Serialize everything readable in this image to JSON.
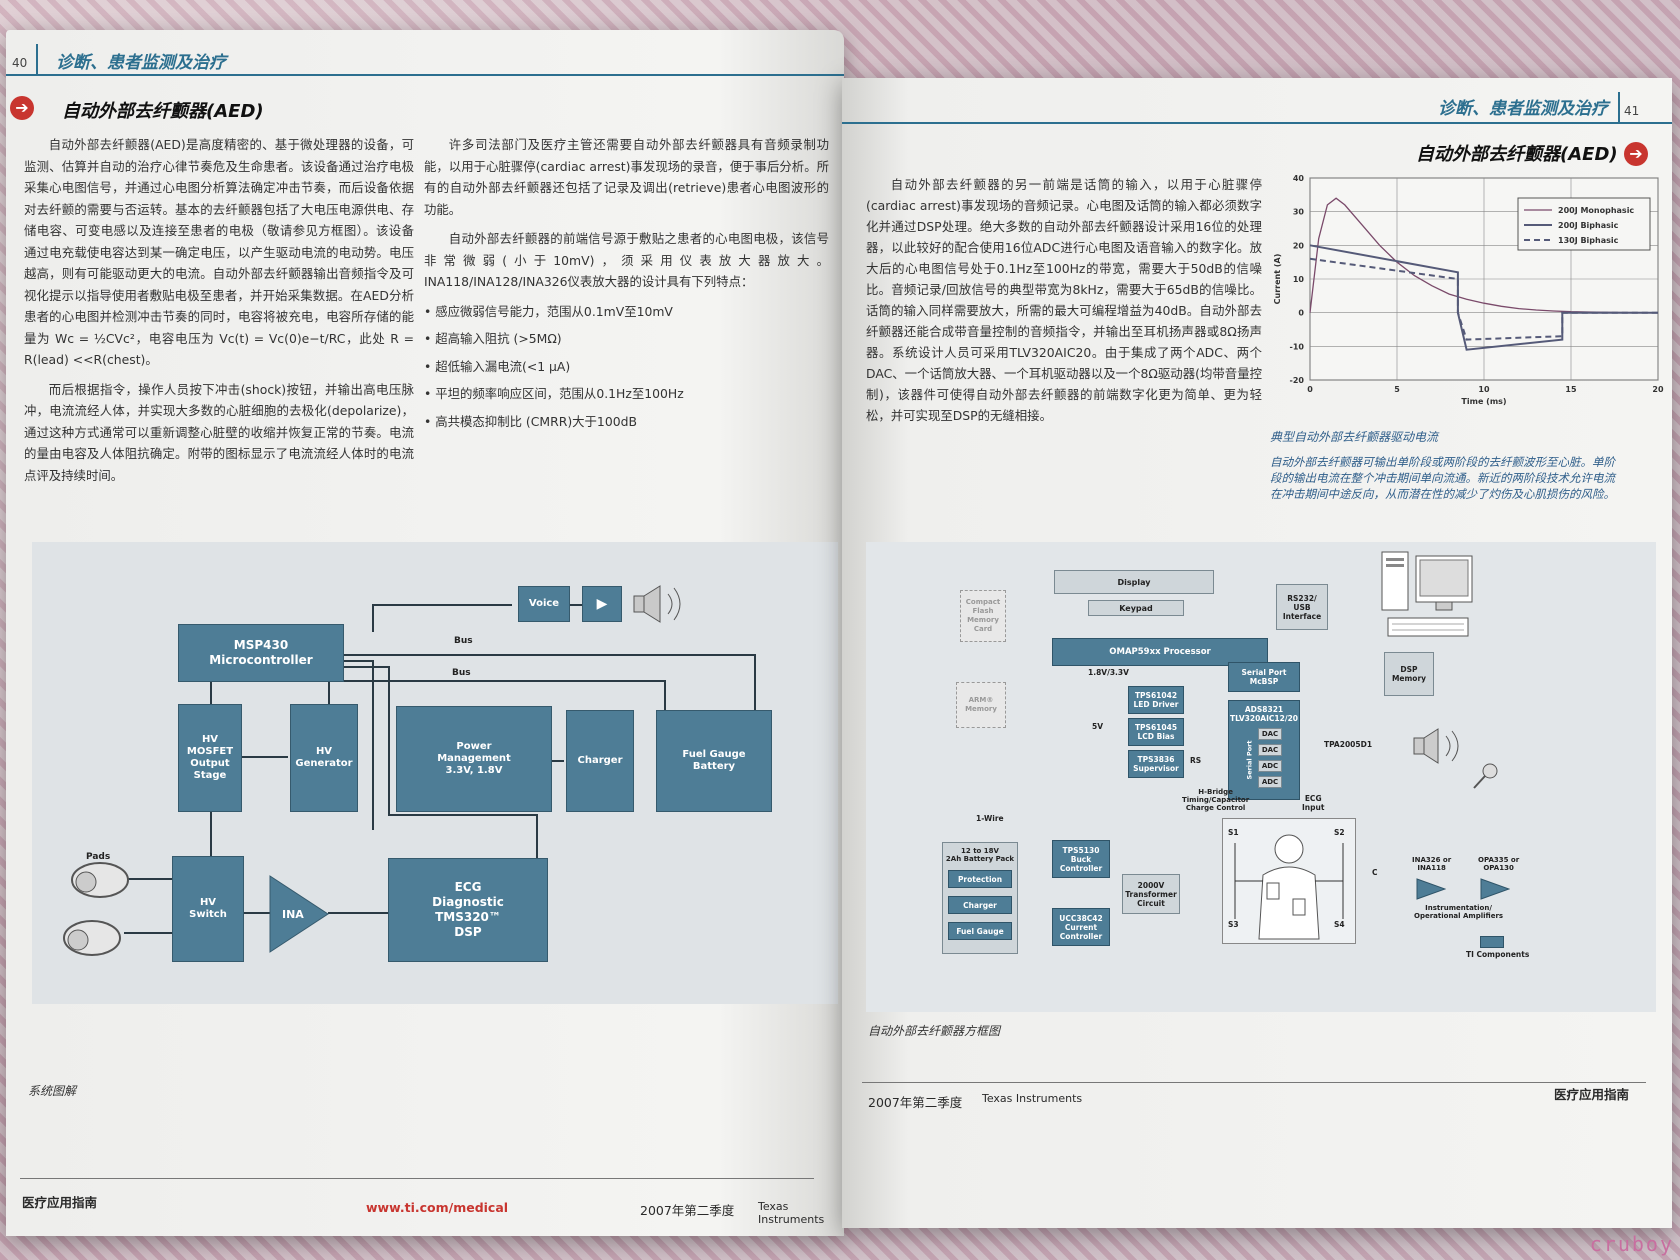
{
  "left_page": {
    "page_number": "40",
    "header": "诊断、患者监测及治疗",
    "section_title": "自动外部去纤颤器(AED)",
    "col1_paragraphs": [
      "自动外部去纤颤器(AED)是高度精密的、基于微处理器的设备，可监测、估算并自动的治疗心律节奏危及生命患者。该设备通过治疗电极采集心电图信号，并通过心电图分析算法确定冲击节奏，而后设备依据对去纤颤的需要与否运转。基本的去纤颤器包括了大电压电源供电、存储电容、可变电感以及连接至患者的电极（敬请参见方框图）。该设备通过电充载使电容达到某一确定电压，以产生驱动电流的电动势。电压越高，则有可能驱动更大的电流。自动外部去纤颤器输出音频指令及可视化提示以指导使用者敷贴电极至患者，并开始采集数据。在AED分析患者的心电图并检测冲击节奏的同时，电容将被充电，电容所存储的能量为 Wc = ½CVc²，电容电压为 Vc(t) = Vc(0)e−t/RC，此处 R = R(lead) <<R(chest)。",
      "而后根据指令，操作人员按下冲击(shock)按钮，并输出高电压脉冲，电流流经人体，并实现大多数的心脏细胞的去极化(depolarize)，通过这种方式通常可以重新调整心脏壁的收缩并恢复正常的节奏。电流的量由电容及人体阻抗确定。附带的图标显示了电流流经人体时的电流点评及持续时间。"
    ],
    "col2_paragraphs": [
      "许多司法部门及医疗主管还需要自动外部去纤颤器具有音频录制功能，以用于心脏骤停(cardiac arrest)事发现场的录音，便于事后分析。所有的自动外部去纤颤器还包括了记录及调出(retrieve)患者心电图波形的功能。",
      "自动外部去纤颤器的前端信号源于敷贴之患者的心电图电极，该信号非常微弱(小于10mV)，须采用仪表放大器放大。INA118/INA128/INA326仪表放大器的设计具有下列特点："
    ],
    "bullets": [
      "感应微弱信号能力，范围从0.1mV至10mV",
      "超高输入阻抗 (>5MΩ)",
      "超低输入漏电流(<1 μA)",
      "平坦的频率响应区间，范围从0.1Hz至100Hz",
      "高共模态抑制比 (CMRR)大于100dB"
    ],
    "diagram": {
      "voice": "Voice",
      "mcu": "MSP430\nMicrocontroller",
      "bus1": "Bus",
      "bus2": "Bus",
      "mosfet": "HV\nMOSFET\nOutput\nStage",
      "hvgen": "HV\nGenerator",
      "power": "Power\nManagement\n3.3V, 1.8V",
      "charger": "Charger",
      "fuel": "Fuel Gauge\nBattery",
      "pads": "Pads",
      "hvswitch": "HV\nSwitch",
      "ina": "INA",
      "ecg": "ECG\nDiagnostic\nTMS320™\nDSP"
    },
    "caption": "系统图解",
    "footer_left": "医疗应用指南",
    "footer_url": "www.ti.com/medical",
    "footer_right": "2007年第二季度",
    "footer_company": "Texas Instruments"
  },
  "right_page": {
    "page_number": "41",
    "header": "诊断、患者监测及治疗",
    "section_title": "自动外部去纤颤器(AED)",
    "paragraph": "自动外部去纤颤器的另一前端是话筒的输入，以用于心脏骤停(cardiac arrest)事发现场的音频记录。心电图及话筒的输入都必须数字化并通过DSP处理。绝大多数的自动外部去纤颤器设计采用16位的处理器，以此较好的配合使用16位ADC进行心电图及语音输入的数字化。放大后的心电图信号处于0.1Hz至100Hz的带宽，需要大于50dB的信噪比。音频记录/回放信号的典型带宽为8kHz，需要大于65dB的信噪比。话筒的输入同样需要放大，所需的最大可编程增益为40dB。自动外部去纤颤器还能合成带音量控制的音频指令，并输出至耳机扬声器或8Ω扬声器。系统设计人员可采用TLV320AIC20。由于集成了两个ADC、两个DAC、一个话筒放大器、一个耳机驱动器以及一个8Ω驱动器(均带音量控制)，该器件可使得自动外部去纤颤器的前端数字化更为简单、更为轻松，并可实现至DSP的无缝相接。",
    "chart_caption": "典型自动外部去纤颤器驱动电流",
    "chart_note": "自动外部去纤颤器可输出单阶段或两阶段的去纤颤波形至心脏。单阶段的输出电流在整个冲击期间单向流通。新近的两阶段技术允许电流在冲击期间中途反向，从而潜在性的减少了灼伤及心肌损伤的风险。",
    "block_caption": "自动外部去纤颤器方框图",
    "footer_left": "2007年第二季度",
    "footer_company": "Texas Instruments",
    "footer_right": "医疗应用指南",
    "block": {
      "display": "Display",
      "keypad": "Keypad",
      "cf": "Compact\nFlash\nMemory\nCard",
      "rs232": "RS232/\nUSB\nInterface",
      "omap": "OMAP59xx Processor",
      "serial": "Serial Port\nMcBSP",
      "dsp_mem": "DSP\nMemory",
      "arm_mem": "ARM®\nMemory",
      "v18": "1.8V/3.3V",
      "v5": "5V",
      "tps61042": "TPS61042\nLED Driver",
      "tps61045": "TPS61045\nLCD Bias",
      "tps3836": "TPS3836\nSupervisor",
      "rs": "RS",
      "ads": "ADS8321\nTLV320AIC12/20",
      "serial_port": "Serial Port",
      "dac1": "DAC",
      "dac2": "DAC",
      "adc1": "ADC",
      "adc2": "ADC",
      "tpa": "TPA2005D1",
      "hbridge": "H-Bridge\nTiming/Capacitor\nCharge Control",
      "ecg_input": "ECG\nInput",
      "onewire": "1-Wire",
      "battery": "12 to 18V\n2Ah Battery Pack",
      "protection": "Protection",
      "charger": "Charger",
      "fuelgauge": "Fuel Gauge",
      "tps5130": "TPS5130\nBuck\nController",
      "ucc": "UCC38C42\nCurrent\nController",
      "transformer": "2000V\nTransformer\nCircuit",
      "s1": "S1",
      "s2": "S2",
      "s3": "S3",
      "s4": "S4",
      "cap": "C",
      "ina328": "INA326 or\nINA118",
      "opa": "OPA335 or\nOPA130",
      "amps": "Instrumentation/\nOperational Amplifiers",
      "ti": "TI Components"
    }
  },
  "chart_data": {
    "type": "line",
    "title": "",
    "xlabel": "Time (ms)",
    "ylabel": "Current (A)",
    "xlim": [
      0,
      20
    ],
    "ylim": [
      -20,
      40
    ],
    "xticks": [
      0,
      5,
      10,
      15,
      20
    ],
    "yticks": [
      -20,
      -10,
      0,
      10,
      20,
      30,
      40
    ],
    "grid": true,
    "legend_position": "top-right",
    "series": [
      {
        "name": "200J Monophasic",
        "style": "solid-thin",
        "color": "#7a4a6a",
        "x": [
          0,
          0.5,
          1,
          1.5,
          2,
          3,
          4,
          5,
          6,
          7,
          8,
          9,
          10,
          11,
          12,
          13,
          14,
          15,
          16,
          17,
          18,
          20
        ],
        "y": [
          0,
          22,
          32,
          34,
          32,
          26,
          20,
          15,
          11,
          8,
          5.5,
          4,
          2.8,
          1.9,
          1.2,
          0.8,
          0.5,
          0.3,
          0.2,
          0.1,
          0.05,
          0
        ]
      },
      {
        "name": "200J Biphasic",
        "style": "solid-thick",
        "color": "#555a78",
        "x": [
          0,
          8.5,
          8.5,
          9,
          14.5,
          14.5,
          20
        ],
        "y": [
          20,
          12,
          0,
          -11,
          -8,
          0,
          0
        ]
      },
      {
        "name": "130J Biphasic",
        "style": "dashed",
        "color": "#555a78",
        "x": [
          0,
          8.5,
          8.5,
          9,
          14.5,
          14.5,
          20
        ],
        "y": [
          16,
          10,
          0,
          -8,
          -7,
          0,
          0
        ]
      }
    ]
  }
}
